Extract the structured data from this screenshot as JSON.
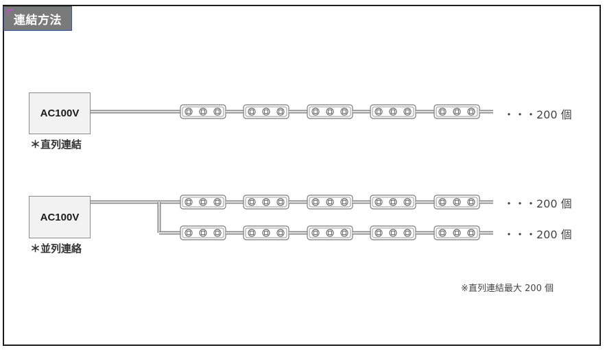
{
  "header": {
    "tab_label": "連結方法"
  },
  "series": {
    "power_label": "AC100V",
    "caption": "＊直列連結",
    "count_label": "・・・200 個"
  },
  "parallel": {
    "power_label": "AC100V",
    "caption": "＊並列連絡",
    "count_label_1": "・・・200 個",
    "count_label_2": "・・・200 個"
  },
  "footnote": "※直列連結最大 200 個",
  "colors": {
    "tab_bg": "#7a7a7a",
    "tab_border": "#3b4ea8",
    "line": "#8a8a8a",
    "frame": "#1a1a1a"
  }
}
